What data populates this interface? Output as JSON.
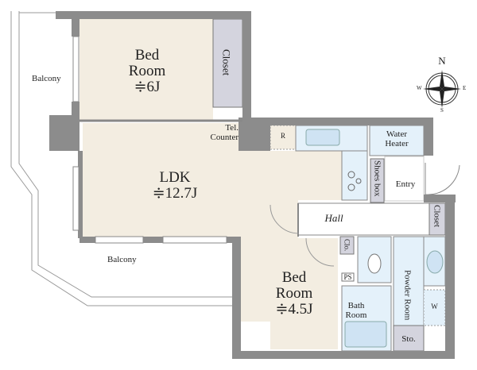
{
  "rooms": {
    "bedroom1": {
      "line1": "Bed",
      "line2": "Room",
      "size": "≑6J"
    },
    "ldk": {
      "line1": "LDK",
      "size": "≑12.7J"
    },
    "bedroom2": {
      "line1": "Bed",
      "line2": "Room",
      "size": "≑4.5J"
    },
    "closet_top": "Closet",
    "tel_counter_1": "Tel.",
    "tel_counter_2": "Counter",
    "refrigerator": "R",
    "water_heater_1": "Water",
    "water_heater_2": "Heater",
    "shoes_box": "Shoes box",
    "entry": "Entry",
    "hall": "Hall",
    "closet_right": "Closet",
    "clo": "Clo.",
    "ps": "PS",
    "powder_room": "Powder Room",
    "bath_1": "Bath",
    "bath_2": "Room",
    "washer": "W",
    "storage": "Sto."
  },
  "balcony_left": "Balcony",
  "balcony_bottom": "Balcony",
  "compass": {
    "n": "N",
    "s": "S",
    "e": "E",
    "w": "W"
  },
  "colors": {
    "wall": "#8c8c8c",
    "room": "#f3ede1",
    "wet": "#e4f1fa",
    "closet": "#d4d4de"
  }
}
